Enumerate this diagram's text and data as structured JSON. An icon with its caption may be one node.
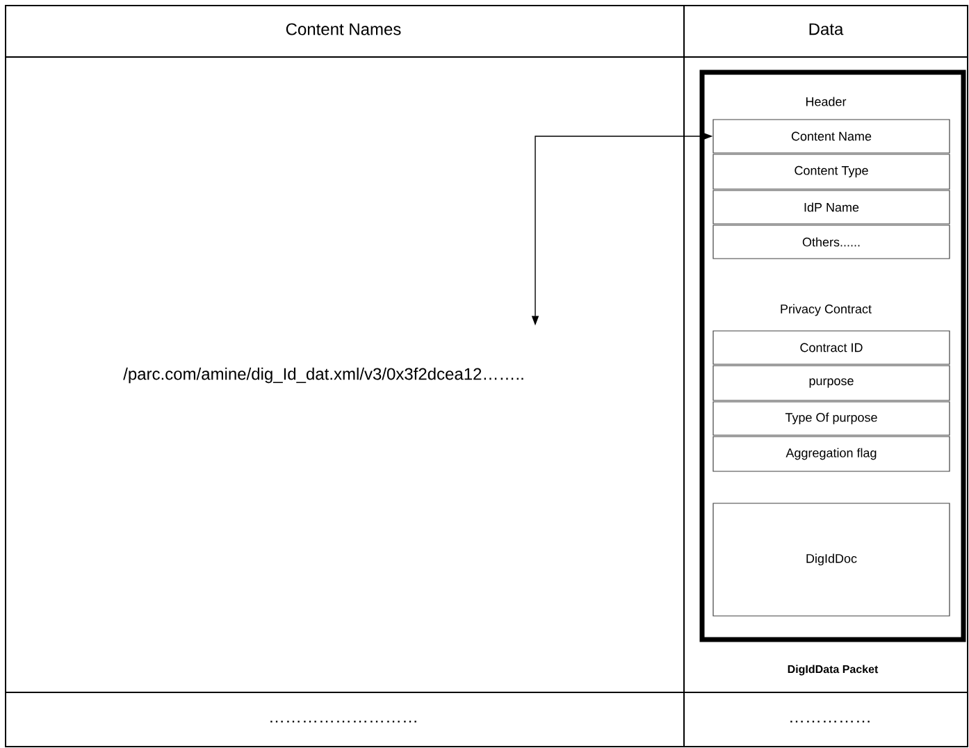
{
  "diagram": {
    "nodes": [
      {
        "text": [
          "DigIdData Packet"
        ]
      },
      {
        "text": [
          "Content Name"
        ],
        "in": 0
      },
      {
        "text": [
          "Content Type"
        ],
        "in": 0
      },
      {
        "text": [
          "IdP Name"
        ],
        "in": 0
      },
      {
        "text": [
          "Others......"
        ],
        "in": 0
      },
      {
        "text": [
          "Contract ID"
        ],
        "in": 0
      },
      {
        "text": [
          "purpose"
        ],
        "in": 0
      },
      {
        "text": [
          "Type Of purpose"
        ],
        "in": 0
      },
      {
        "text": [
          "Aggregation flag"
        ],
        "in": 0
      },
      {
        "text": [
          "DigIdDoc"
        ],
        "in": 0
      },
      {
        "text": [
          "/parc.com/amine/dig_Id_dat.xml/v3/0x3f2dcea12…….."
        ]
      }
    ],
    "edges": [
      {
        "from": 10,
        "to": 1,
        "arrow": "both"
      }
    ],
    "labels": [
      "Content Names",
      "Data",
      "Header",
      "Privacy Contract",
      "………………………",
      "……………"
    ]
  }
}
